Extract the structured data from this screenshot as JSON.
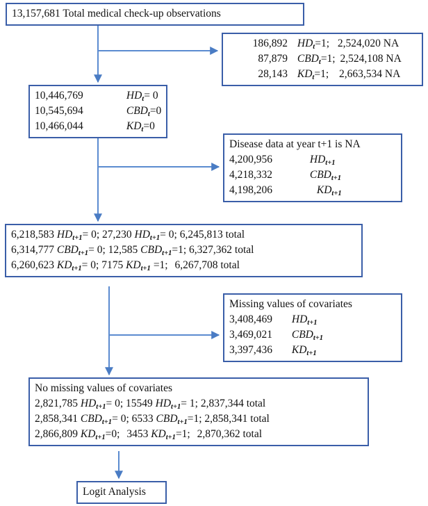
{
  "diagram": {
    "title_box": {
      "text": "13,157,681 Total medical check-up observations"
    },
    "excluded_baseline": {
      "rows": [
        {
          "count": "186,892",
          "var": "HD",
          "sub": "t",
          "eq": "=1;",
          "na": "2,524,020 NA"
        },
        {
          "count": "87,879",
          "var": "CBD",
          "sub": "t",
          "eq": "=1;",
          "na": "2,524,108 NA"
        },
        {
          "count": "28,143",
          "var": "KD",
          "sub": "t",
          "eq": "=1;",
          "na": "2,663,534 NA"
        }
      ]
    },
    "stage_baseline_free": {
      "rows": [
        {
          "count": "10,446,769",
          "var": "HD",
          "sub": "t",
          "eq": "= 0"
        },
        {
          "count": "10,545,694",
          "var": "CBD",
          "sub": "t",
          "eq": "=0"
        },
        {
          "count": "10,466,044",
          "var": "KD",
          "sub": "t",
          "eq": "=0"
        }
      ]
    },
    "excluded_followup_na": {
      "heading": "Disease data at year t+1 is NA",
      "rows": [
        {
          "count": "4,200,956",
          "var": "HD",
          "sub": "t+1"
        },
        {
          "count": "4,218,332",
          "var": "CBD",
          "sub": "t+1"
        },
        {
          "count": "4,198,206",
          "var": "KD",
          "sub": "t+1"
        }
      ]
    },
    "stage_followup": {
      "rows": [
        {
          "count0": "6,218,583",
          "var": "HD",
          "sub": "t+1",
          "eq0": "= 0;",
          "count1": "27,230",
          "eq1": "= 0;",
          "total": "6,245,813 total"
        },
        {
          "count0": "6,314,777",
          "var": "CBD",
          "sub": "t+1",
          "eq0": "= 0;",
          "count1": "12,585",
          "eq1": "=1;",
          "total": "6,327,362 total"
        },
        {
          "count0": "6,260,623",
          "var": "KD",
          "sub": "t+1",
          "eq0": "= 0;",
          "count1": "7175",
          "eq1": "=1;",
          "total": "6,267,708 total"
        }
      ]
    },
    "excluded_missing_covariates": {
      "heading": "Missing values of covariates",
      "rows": [
        {
          "count": "3,408,469",
          "var": "HD",
          "sub": "t+1"
        },
        {
          "count": "3,469,021",
          "var": "CBD",
          "sub": "t+1"
        },
        {
          "count": "3,397,436",
          "var": "KD",
          "sub": "t+1"
        }
      ]
    },
    "stage_complete_cases": {
      "heading": "No missing values of covariates",
      "rows": [
        {
          "count0": "2,821,785",
          "var": "HD",
          "sub": "t+1",
          "eq0": "= 0;",
          "count1": "15549",
          "eq1": "= 1;",
          "total": "2,837,344 total"
        },
        {
          "count0": "2,858,341",
          "var": "CBD",
          "sub": "t+1",
          "eq0": "= 0;",
          "count1": "6533",
          "eq1": "=1;",
          "total": "2,858,341 total"
        },
        {
          "count0": "2,866,809",
          "var": "KD",
          "sub": "t+1",
          "eq0": "=0;",
          "count1": "3453",
          "eq1": "=1;",
          "total": "2,870,362 total"
        }
      ]
    },
    "final_box": {
      "text": "Logit Analysis"
    },
    "colors": {
      "box_border": "#3a5ea8",
      "connector": "#5b8bd0",
      "text": "#111111",
      "background": "#ffffff"
    }
  }
}
